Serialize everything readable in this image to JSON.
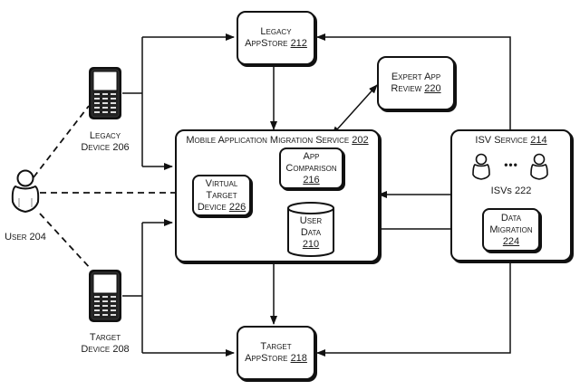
{
  "diagram": {
    "legacy_appstore": {
      "label": "Legacy",
      "label2": "AppStore",
      "ref": "212"
    },
    "target_appstore": {
      "label": "Target",
      "label2": "AppStore",
      "ref": "218"
    },
    "expert_review": {
      "label": "Expert App",
      "label2": "Review",
      "ref": "220"
    },
    "migration_service": {
      "label": "Mobile Application Migration Service",
      "ref": "202"
    },
    "app_comparison": {
      "label": "App",
      "label2": "Comparison",
      "ref": "216"
    },
    "virtual_target": {
      "label": "Virtual",
      "label2": "Target",
      "label3": "Device",
      "ref": "226"
    },
    "user_data": {
      "label": "User",
      "label2": "Data",
      "ref": "210"
    },
    "isv_service": {
      "label": "ISV Service",
      "ref": "214"
    },
    "isvs": {
      "label": "ISVs 222"
    },
    "data_migration": {
      "label": "Data",
      "label2": "Migration",
      "ref": "224"
    },
    "legacy_device": {
      "label": "Legacy",
      "label2": "Device 206"
    },
    "target_device": {
      "label": "Target",
      "label2": "Device 208"
    },
    "user": {
      "label": "User 204"
    },
    "ellipsis": "•••"
  }
}
